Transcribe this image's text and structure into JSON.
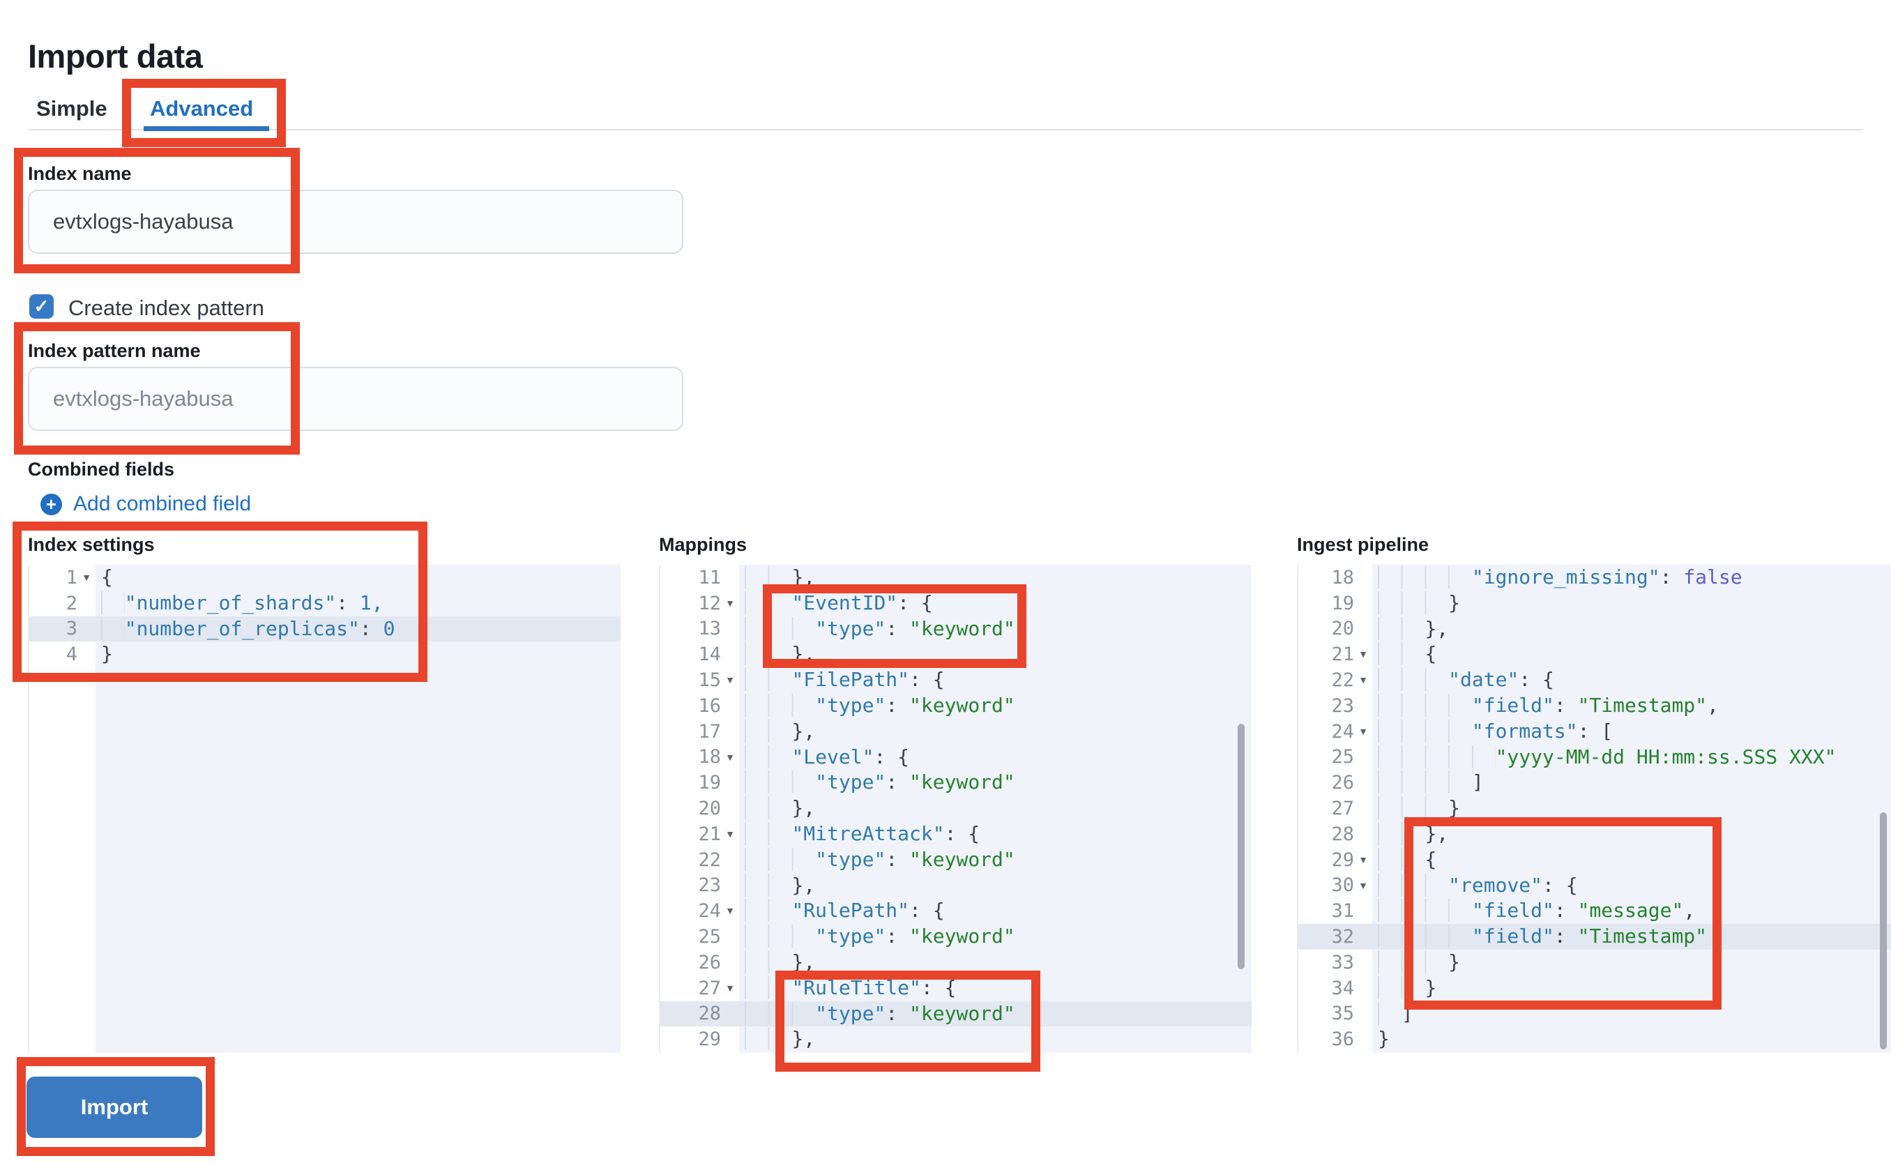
{
  "page": {
    "title": "Import data"
  },
  "tabs": {
    "simple": "Simple",
    "advanced": "Advanced"
  },
  "form": {
    "index_name": {
      "label": "Index name",
      "value": "evtxlogs-hayabusa"
    },
    "create_index_pattern": {
      "label": "Create index pattern",
      "checked": true,
      "check_glyph": "✓"
    },
    "index_pattern_name": {
      "label": "Index pattern name",
      "placeholder": "evtxlogs-hayabusa"
    },
    "combined_fields": {
      "label": "Combined fields",
      "add_label": "Add combined field",
      "plus_glyph": "+"
    }
  },
  "actions": {
    "import": "Import"
  },
  "colors": {
    "accent_blue": "#1f6fc2",
    "annotation_red": "#e8432b",
    "button_blue": "#3b7ac1",
    "code_key": "#3079ae",
    "code_string": "#27812f",
    "code_bool": "#5c5cd6",
    "highlight_row": "#e2e8f2"
  },
  "editors": [
    {
      "id": "index-settings",
      "label": "Index settings",
      "scrollbar": false,
      "lines": [
        {
          "n": "1",
          "fold": true,
          "t": [
            [
              "p",
              "{"
            ]
          ]
        },
        {
          "n": "2",
          "t": [
            [
              "i",
              "  "
            ],
            [
              "k",
              "\"number_of_shards\""
            ],
            [
              "p",
              ": "
            ],
            [
              "n",
              "1,"
            ]
          ]
        },
        {
          "n": "3",
          "hl": true,
          "t": [
            [
              "i",
              "  "
            ],
            [
              "k",
              "\"number_of_replicas\""
            ],
            [
              "p",
              ": "
            ],
            [
              "n",
              "0"
            ]
          ]
        },
        {
          "n": "4",
          "t": [
            [
              "p",
              "}"
            ]
          ]
        }
      ]
    },
    {
      "id": "mappings",
      "label": "Mappings",
      "scrollbar": true,
      "lines": [
        {
          "n": "11",
          "t": [
            [
              "i",
              "    "
            ],
            [
              "p",
              "},"
            ]
          ]
        },
        {
          "n": "12",
          "fold": true,
          "t": [
            [
              "i",
              "    "
            ],
            [
              "k",
              "\"EventID\""
            ],
            [
              "p",
              ": {"
            ]
          ]
        },
        {
          "n": "13",
          "t": [
            [
              "i",
              "      "
            ],
            [
              "k",
              "\"type\""
            ],
            [
              "p",
              ": "
            ],
            [
              "s",
              "\"keyword\""
            ]
          ]
        },
        {
          "n": "14",
          "t": [
            [
              "i",
              "    "
            ],
            [
              "p",
              "},"
            ]
          ]
        },
        {
          "n": "15",
          "fold": true,
          "t": [
            [
              "i",
              "    "
            ],
            [
              "k",
              "\"FilePath\""
            ],
            [
              "p",
              ": {"
            ]
          ]
        },
        {
          "n": "16",
          "t": [
            [
              "i",
              "      "
            ],
            [
              "k",
              "\"type\""
            ],
            [
              "p",
              ": "
            ],
            [
              "s",
              "\"keyword\""
            ]
          ]
        },
        {
          "n": "17",
          "t": [
            [
              "i",
              "    "
            ],
            [
              "p",
              "},"
            ]
          ]
        },
        {
          "n": "18",
          "fold": true,
          "t": [
            [
              "i",
              "    "
            ],
            [
              "k",
              "\"Level\""
            ],
            [
              "p",
              ": {"
            ]
          ]
        },
        {
          "n": "19",
          "t": [
            [
              "i",
              "      "
            ],
            [
              "k",
              "\"type\""
            ],
            [
              "p",
              ": "
            ],
            [
              "s",
              "\"keyword\""
            ]
          ]
        },
        {
          "n": "20",
          "t": [
            [
              "i",
              "    "
            ],
            [
              "p",
              "},"
            ]
          ]
        },
        {
          "n": "21",
          "fold": true,
          "t": [
            [
              "i",
              "    "
            ],
            [
              "k",
              "\"MitreAttack\""
            ],
            [
              "p",
              ": {"
            ]
          ]
        },
        {
          "n": "22",
          "t": [
            [
              "i",
              "      "
            ],
            [
              "k",
              "\"type\""
            ],
            [
              "p",
              ": "
            ],
            [
              "s",
              "\"keyword\""
            ]
          ]
        },
        {
          "n": "23",
          "t": [
            [
              "i",
              "    "
            ],
            [
              "p",
              "},"
            ]
          ]
        },
        {
          "n": "24",
          "fold": true,
          "t": [
            [
              "i",
              "    "
            ],
            [
              "k",
              "\"RulePath\""
            ],
            [
              "p",
              ": {"
            ]
          ]
        },
        {
          "n": "25",
          "t": [
            [
              "i",
              "      "
            ],
            [
              "k",
              "\"type\""
            ],
            [
              "p",
              ": "
            ],
            [
              "s",
              "\"keyword\""
            ]
          ]
        },
        {
          "n": "26",
          "t": [
            [
              "i",
              "    "
            ],
            [
              "p",
              "},"
            ]
          ]
        },
        {
          "n": "27",
          "fold": true,
          "t": [
            [
              "i",
              "    "
            ],
            [
              "k",
              "\"RuleTitle\""
            ],
            [
              "p",
              ": {"
            ]
          ]
        },
        {
          "n": "28",
          "hl": true,
          "t": [
            [
              "i",
              "      "
            ],
            [
              "k",
              "\"type\""
            ],
            [
              "p",
              ": "
            ],
            [
              "s",
              "\"keyword\""
            ]
          ]
        },
        {
          "n": "29",
          "t": [
            [
              "i",
              "    "
            ],
            [
              "p",
              "},"
            ]
          ]
        }
      ]
    },
    {
      "id": "ingest-pipeline",
      "label": "Ingest pipeline",
      "scrollbar": true,
      "lines": [
        {
          "n": "18",
          "t": [
            [
              "i",
              "        "
            ],
            [
              "k",
              "\"ignore_missing\""
            ],
            [
              "p",
              ": "
            ],
            [
              "b",
              "false"
            ]
          ]
        },
        {
          "n": "19",
          "t": [
            [
              "i",
              "      "
            ],
            [
              "p",
              "}"
            ]
          ]
        },
        {
          "n": "20",
          "t": [
            [
              "i",
              "    "
            ],
            [
              "p",
              "},"
            ]
          ]
        },
        {
          "n": "21",
          "fold": true,
          "t": [
            [
              "i",
              "    "
            ],
            [
              "p",
              "{"
            ]
          ]
        },
        {
          "n": "22",
          "fold": true,
          "t": [
            [
              "i",
              "      "
            ],
            [
              "k",
              "\"date\""
            ],
            [
              "p",
              ": {"
            ]
          ]
        },
        {
          "n": "23",
          "t": [
            [
              "i",
              "        "
            ],
            [
              "k",
              "\"field\""
            ],
            [
              "p",
              ": "
            ],
            [
              "s",
              "\"Timestamp\""
            ],
            [
              "p",
              ","
            ]
          ]
        },
        {
          "n": "24",
          "fold": true,
          "t": [
            [
              "i",
              "        "
            ],
            [
              "k",
              "\"formats\""
            ],
            [
              "p",
              ": ["
            ]
          ]
        },
        {
          "n": "25",
          "t": [
            [
              "i",
              "          "
            ],
            [
              "s",
              "\"yyyy-MM-dd HH:mm:ss.SSS XXX\""
            ]
          ]
        },
        {
          "n": "26",
          "t": [
            [
              "i",
              "        "
            ],
            [
              "p",
              "]"
            ]
          ]
        },
        {
          "n": "27",
          "t": [
            [
              "i",
              "      "
            ],
            [
              "p",
              "}"
            ]
          ]
        },
        {
          "n": "28",
          "t": [
            [
              "i",
              "    "
            ],
            [
              "p",
              "},"
            ]
          ]
        },
        {
          "n": "29",
          "fold": true,
          "t": [
            [
              "i",
              "    "
            ],
            [
              "p",
              "{"
            ]
          ]
        },
        {
          "n": "30",
          "fold": true,
          "t": [
            [
              "i",
              "      "
            ],
            [
              "k",
              "\"remove\""
            ],
            [
              "p",
              ": {"
            ]
          ]
        },
        {
          "n": "31",
          "t": [
            [
              "i",
              "        "
            ],
            [
              "k",
              "\"field\""
            ],
            [
              "p",
              ": "
            ],
            [
              "s",
              "\"message\""
            ],
            [
              "p",
              ","
            ]
          ]
        },
        {
          "n": "32",
          "hl": true,
          "t": [
            [
              "i",
              "        "
            ],
            [
              "k",
              "\"field\""
            ],
            [
              "p",
              ": "
            ],
            [
              "s",
              "\"Timestamp\""
            ]
          ]
        },
        {
          "n": "33",
          "t": [
            [
              "i",
              "      "
            ],
            [
              "p",
              "}"
            ]
          ]
        },
        {
          "n": "34",
          "t": [
            [
              "i",
              "    "
            ],
            [
              "p",
              "}"
            ]
          ]
        },
        {
          "n": "35",
          "t": [
            [
              "i",
              "  "
            ],
            [
              "p",
              "]"
            ]
          ]
        },
        {
          "n": "36",
          "t": [
            [
              "p",
              "}"
            ]
          ]
        }
      ]
    }
  ]
}
